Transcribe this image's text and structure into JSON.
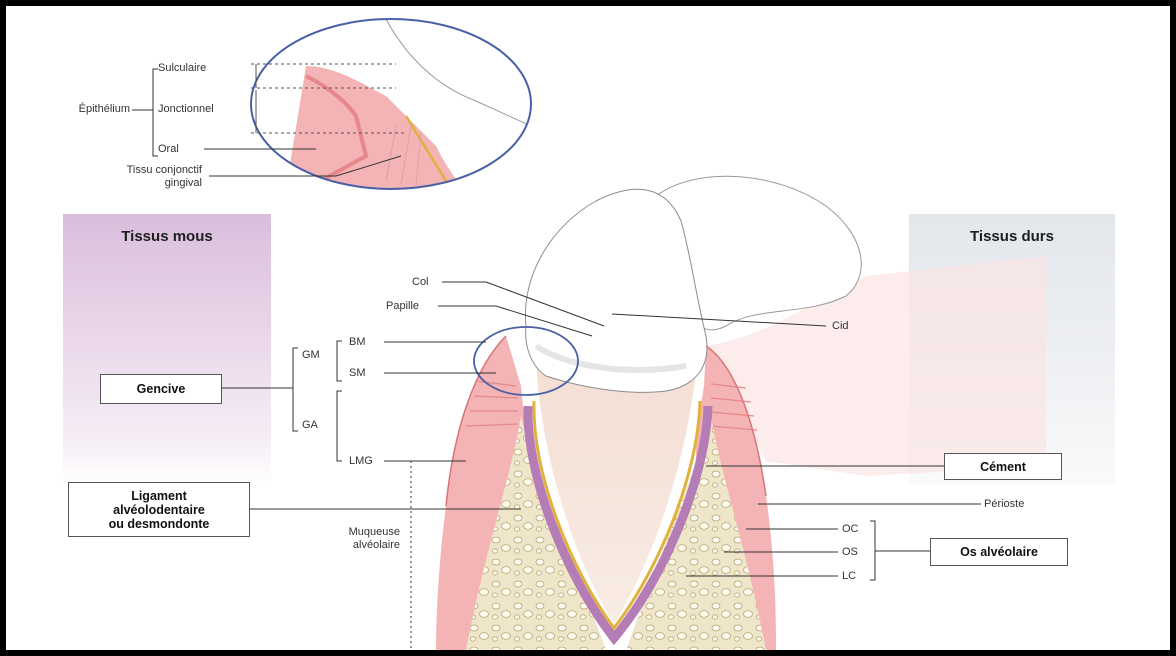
{
  "panels": {
    "soft_title": "Tissus mous",
    "hard_title": "Tissus durs"
  },
  "inset": {
    "epithelium": "Épithélium",
    "sulculaire": "Sulculaire",
    "jonctionnel": "Jonctionnel",
    "oral": "Oral",
    "tissu_conjonctif_line1": "Tissu conjonctif",
    "tissu_conjonctif_line2": "gingival"
  },
  "labels": {
    "col": "Col",
    "papille": "Papille",
    "cid": "Cid",
    "gm": "GM",
    "ga": "GA",
    "bm": "BM",
    "sm": "SM",
    "lmg": "LMG",
    "muqueuse_line1": "Muqueuse",
    "muqueuse_line2": "alvéolaire",
    "perioste": "Périoste",
    "oc": "OC",
    "os": "OS",
    "lc": "LC"
  },
  "boxes": {
    "gencive": "Gencive",
    "ligament_line1": "Ligament",
    "ligament_line2": "alvéolodentaire",
    "ligament_line3": "ou desmondonte",
    "cement": "Cément",
    "os_alveolaire": "Os alvéolaire"
  },
  "colors": {
    "gingiva": "#f2a5a8",
    "gingiva_light": "#f8d2d3",
    "bone": "#efe6c9",
    "root": "#f6e8de",
    "enamel": "#ffffff",
    "cementum": "#e2b13c",
    "ligament": "#a06aa0",
    "circle": "#4a5fa6"
  }
}
